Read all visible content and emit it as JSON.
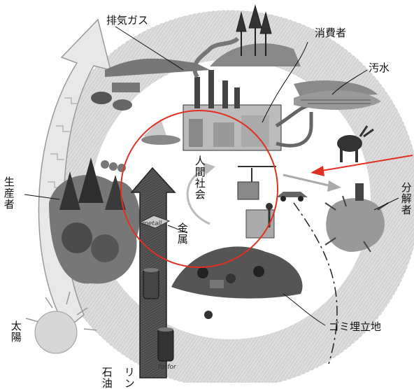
{
  "labels": {
    "exhaust_gas": "排気ガス",
    "consumer": "消費者",
    "sewage": "汚水",
    "producer": "生産者",
    "human_society": "人間社会",
    "metal": "金属",
    "decomposer": "分解者",
    "landfill": "ゴミ埋立地",
    "sun": "太陽",
    "oil": "石油",
    "phosphorus": "リン",
    "metal_drum_text": "metall",
    "phosphor_drum_text": "fosfor"
  },
  "colors": {
    "highlight_circle": "#e03020",
    "pointer_arrow": "#e03020",
    "ink": "#222222",
    "ring_fill": "#d8d8d8"
  },
  "icons": {
    "sun": "sun-icon",
    "factory": "factory-icon",
    "tree": "tree-icon",
    "moose": "moose-icon",
    "car": "car-icon",
    "crane": "crane-icon",
    "trash": "trash-heap-icon",
    "drum": "oil-drum-icon"
  }
}
